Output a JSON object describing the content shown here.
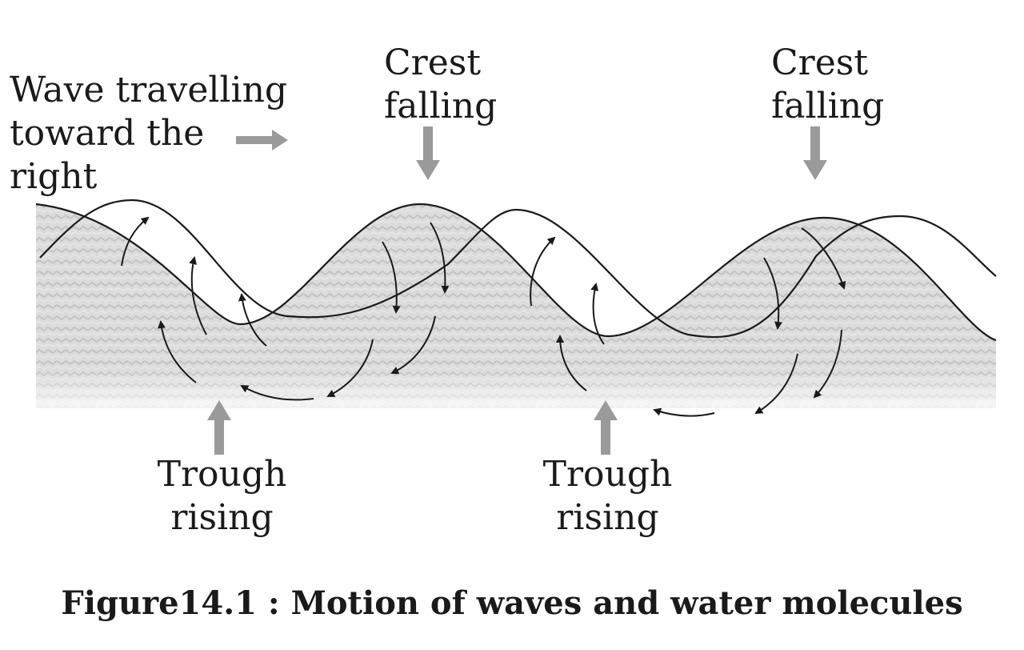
{
  "labels": {
    "wave_direction": [
      "Wave travelling",
      "toward the",
      "right"
    ],
    "crest_left": [
      "Crest",
      "falling"
    ],
    "crest_right": [
      "Crest",
      "falling"
    ],
    "trough_left": [
      "Trough",
      "rising"
    ],
    "trough_right": [
      "Trough",
      "rising"
    ]
  },
  "caption": "Figure14.1 : Motion of waves and water molecules",
  "colors": {
    "wave_line": "#1a1a1a",
    "water_fill": "#d2d2d2",
    "block_arrow": "#9a9a9a",
    "text": "#1a1a1a"
  }
}
